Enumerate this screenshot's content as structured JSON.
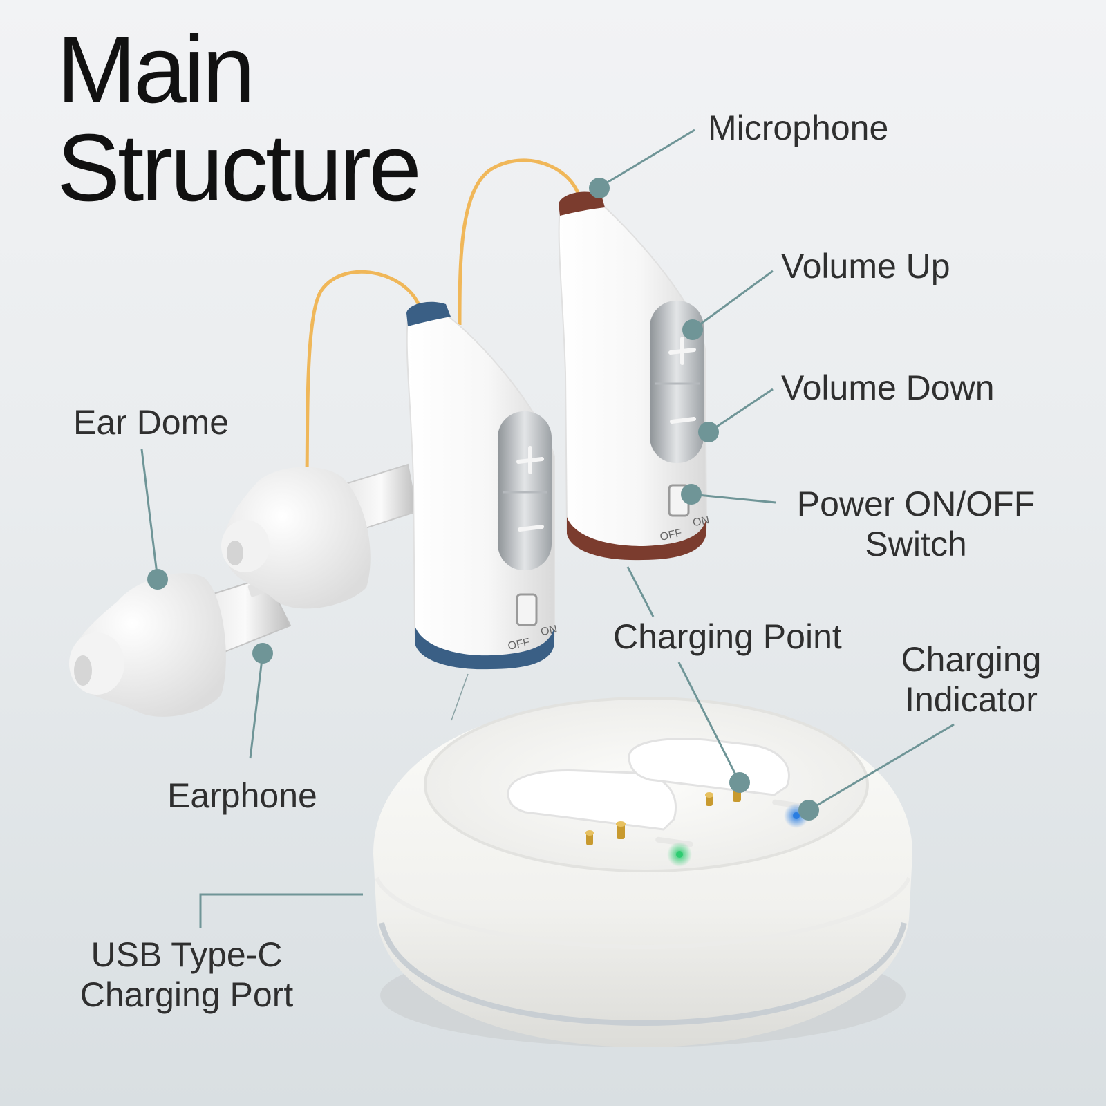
{
  "title": {
    "line1": "Main",
    "line2": "Structure"
  },
  "labels": {
    "microphone": "Microphone",
    "volume_up": "Volume Up",
    "volume_down": "Volume Down",
    "power_line1": "Power ON/OFF",
    "power_line2": "Switch",
    "ear_dome": "Ear Dome",
    "earphone": "Earphone",
    "charging_point": "Charging Point",
    "charging_indicator_line1": "Charging",
    "charging_indicator_line2": "Indicator",
    "usb_line1": "USB Type-C",
    "usb_line2": "Charging Port"
  },
  "device_marks": {
    "switch_off": "OFF",
    "switch_on": "ON"
  },
  "colors": {
    "leader": "#6f9597",
    "accent_blue": "#3a5f85",
    "accent_brown": "#7b3c2e",
    "led_green": "#2ecc71",
    "led_blue": "#2a7de1",
    "tube": "#f0b048"
  }
}
